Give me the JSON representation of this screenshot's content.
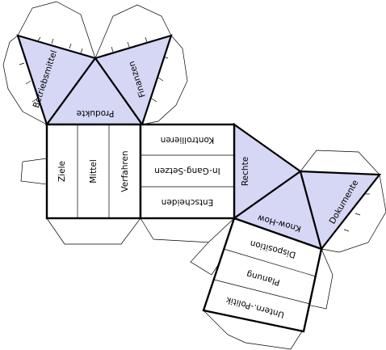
{
  "colors": {
    "triangle_fill": "#d6d6f5",
    "line": "#000000",
    "background": "#ffffff"
  },
  "triangles": {
    "betriebsmittel": "Betriebsmittel",
    "finanzen": "Finanzen",
    "produkte": "Produkte",
    "rechte": "Rechte",
    "know_how": "Know-How",
    "dokumente": "Dokumente"
  },
  "left_square": {
    "strips": [
      "Ziele",
      "Mittel",
      "Verfahren"
    ]
  },
  "middle_square": {
    "strips": [
      "Kontrollieren",
      "In-Gang-Setzen",
      "Entscheiden"
    ]
  },
  "bottom_square": {
    "strips": [
      "Disposition",
      "Planung",
      "Untern.-Politik"
    ]
  }
}
